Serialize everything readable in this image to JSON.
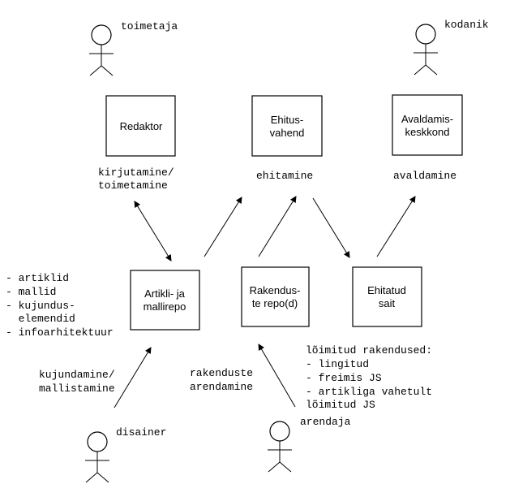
{
  "actors": {
    "editor": "toimetaja",
    "citizen": "kodanik",
    "designer": "disainer",
    "developer": "arendaja"
  },
  "boxes": {
    "editor_tool": [
      "Redaktor"
    ],
    "build_tool": [
      "Ehitus-",
      "vahend"
    ],
    "publishing_env": [
      "Avaldamis-",
      "keskkond"
    ],
    "article_repo": [
      "Artikli- ja",
      "mallirepo"
    ],
    "app_repo": [
      "Rakendus-",
      "te repo(d)"
    ],
    "built_site": [
      "Ehitatud",
      "sait"
    ]
  },
  "labels": {
    "writing": [
      "kirjutamine/",
      "toimetamine"
    ],
    "building": [
      "ehitamine"
    ],
    "publishing": [
      "avaldamine"
    ],
    "repo_contents": [
      "- artiklid",
      "- mallid",
      "- kujundus-",
      "  elemendid",
      "- infoarhitektuur"
    ],
    "designing": [
      "kujundamine/",
      "mallistamine"
    ],
    "app_dev": [
      "rakenduste",
      "arendamine"
    ],
    "embedded_apps": [
      "lõimitud rakendused:",
      "- lingitud",
      "- freimis JS",
      "- artikliga vahetult",
      "lõimitud JS"
    ]
  }
}
